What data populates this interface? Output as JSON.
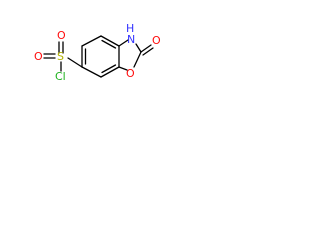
{
  "molecule": {
    "atoms": {
      "nitrogen": "N",
      "hydrogen": "H",
      "carbonyl_oxygen": "O",
      "ring_oxygen": "O",
      "sulfonyl_oxygen_top": "O",
      "sulfonyl_oxygen_left": "O",
      "sulfur": "S",
      "chlorine": "Cl"
    },
    "colors": {
      "nitrogen": "#3333ff",
      "oxygen": "#ff0d0d",
      "sulfur": "#b2b200",
      "chlorine": "#1fb21f",
      "bond": "#000000"
    }
  }
}
